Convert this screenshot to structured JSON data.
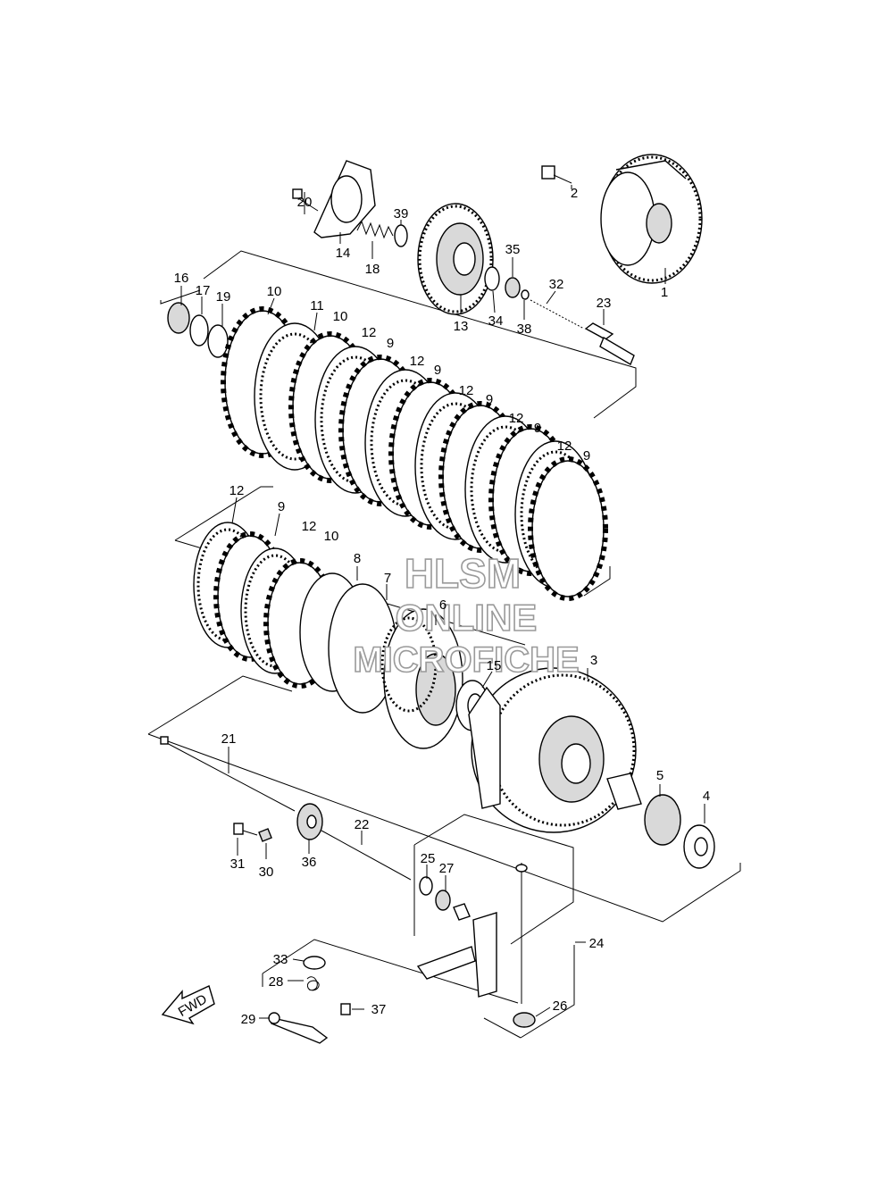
{
  "callouts": [
    "1",
    "2",
    "3",
    "4",
    "5",
    "6",
    "7",
    "8",
    "9",
    "10",
    "11",
    "12",
    "13",
    "14",
    "15",
    "16",
    "17",
    "18",
    "19",
    "20",
    "21",
    "22",
    "23",
    "24",
    "25",
    "26",
    "27",
    "28",
    "29",
    "30",
    "31",
    "32",
    "33",
    "34",
    "35",
    "36",
    "37",
    "38",
    "39"
  ],
  "arrow_label": "FWD",
  "watermark": [
    "HLSM",
    "ONLINE",
    "MICROFICHE"
  ]
}
